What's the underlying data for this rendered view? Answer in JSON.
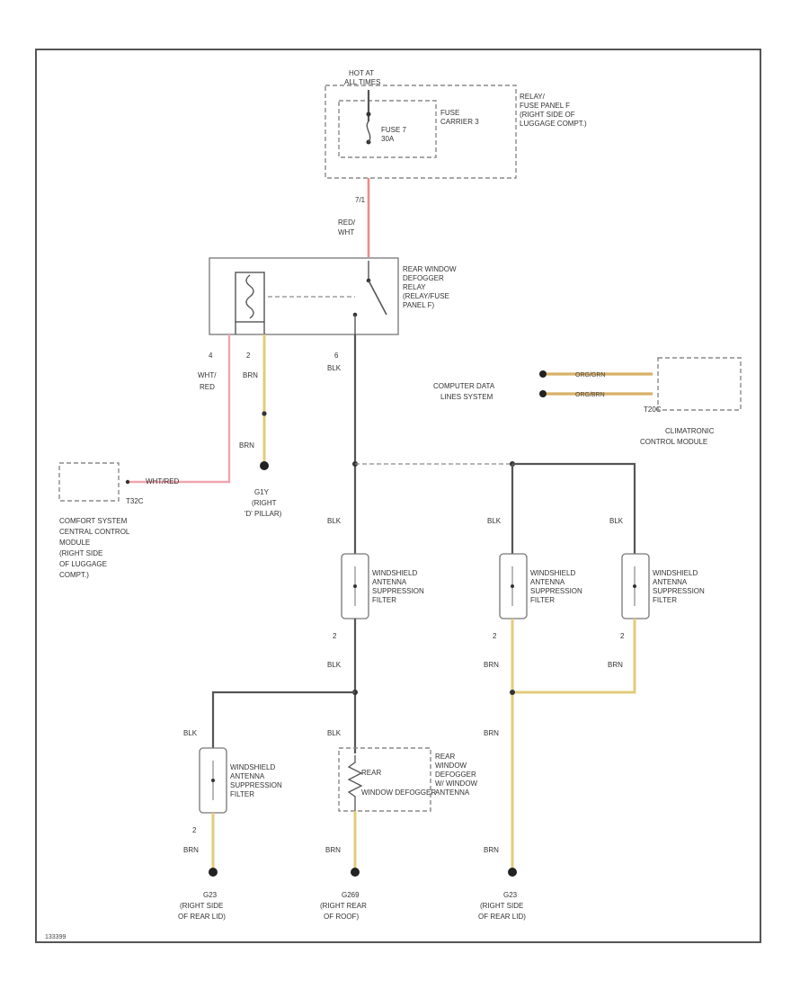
{
  "fuse_panel": {
    "hot_at": [
      "HOT AT",
      "ALL TIMES"
    ],
    "fuse_label": [
      "FUSE 7",
      "30A"
    ],
    "carrier_label": [
      "FUSE",
      "CARRIER 3"
    ],
    "relay_panel_label": [
      "RELAY/",
      "FUSE PANEL F",
      "(RIGHT SIDE OF",
      "LUGGAGE COMPT.)"
    ]
  },
  "wire_top": {
    "pin": "7/1",
    "color": [
      "RED/",
      "WHT"
    ]
  },
  "relay": {
    "label": [
      "REAR WINDOW",
      "DEFOGGER",
      "RELAY",
      "(RELAY/FUSE",
      "PANEL F)"
    ],
    "pins": {
      "left": "4",
      "mid": "2",
      "right": "6"
    }
  },
  "relay_wires": {
    "left": [
      "WHT/",
      "RED"
    ],
    "mid": "BRN",
    "right": "BLK"
  },
  "ground_g1": {
    "wire": "BRN",
    "id": "G1Y",
    "loc": [
      "(RIGHT",
      "'D' PILLAR)"
    ]
  },
  "comfort_module": {
    "wire": "WHT/RED",
    "connector": "T32C",
    "label": [
      "COMFORT SYSTEM",
      "CENTRAL CONTROL",
      "MODULE",
      "(RIGHT SIDE",
      "OF LUGGAGE",
      "COMPT.)"
    ]
  },
  "computer_data": {
    "label": [
      "COMPUTER DATA",
      "LINES SYSTEM"
    ],
    "wires": [
      "ORG/GRN",
      "ORG/BRN"
    ],
    "connector": "T20C"
  },
  "climatronic": {
    "label": [
      "CLIMATRONIC",
      "CONTROL MODULE"
    ]
  },
  "filters": {
    "label": [
      "WINDSHIELD",
      "ANTENNA",
      "SUPPRESSION",
      "FILTER"
    ],
    "pin_bottom": "2",
    "blk": "BLK",
    "brn": "BRN"
  },
  "rear_defogger": {
    "left_label": [
      "REAR",
      "WINDOW DEFOGGER"
    ],
    "right_label": [
      "REAR",
      "WINDOW",
      "DEFOGGER",
      "W/ WINDOW",
      "ANTENNA"
    ]
  },
  "grounds_bottom": [
    {
      "id": "G23",
      "loc": [
        "(RIGHT SIDE",
        "OF REAR LID)"
      ]
    },
    {
      "id": "G269",
      "loc": [
        "(RIGHT REAR",
        "OF ROOF)"
      ]
    },
    {
      "id": "G23",
      "loc": [
        "(RIGHT SIDE",
        "OF REAR LID)"
      ]
    }
  ],
  "figure_id": "133399"
}
